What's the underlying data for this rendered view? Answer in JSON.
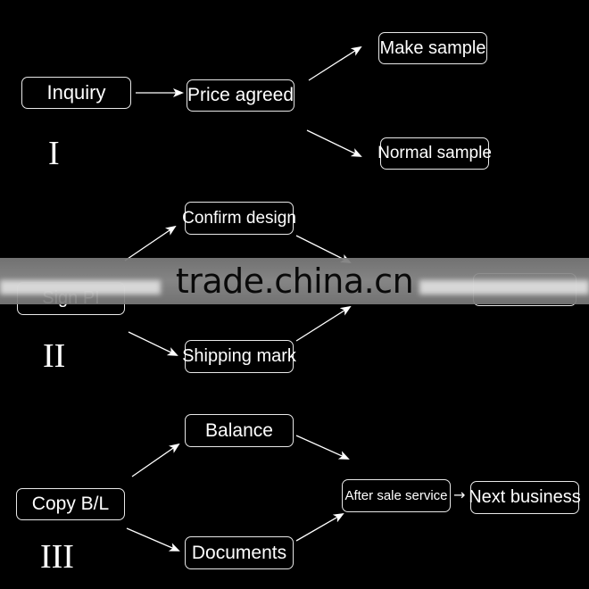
{
  "stages": {
    "stage1": {
      "numeral": "I",
      "inquiry": "Inquiry",
      "price_agreed": "Price agreed",
      "make_sample": "Make sample",
      "normal_sample": "Normal sample"
    },
    "stage2": {
      "numeral": "II",
      "sign_pi": "Sign PI",
      "confirm_design": "Confirm design",
      "shipping_mark": "Shipping mark"
    },
    "stage3": {
      "numeral": "III",
      "copy_bl": "Copy B/L",
      "balance": "Balance",
      "documents": "Documents",
      "after_sale_service": "After sale service",
      "next_business": "Next business",
      "small_arrow": "→"
    }
  },
  "watermark": "trade.china.cn",
  "colors": {
    "background": "#000000",
    "box_border": "#e8e8e8",
    "text": "#ffffff",
    "watermark_band": "#888888"
  }
}
